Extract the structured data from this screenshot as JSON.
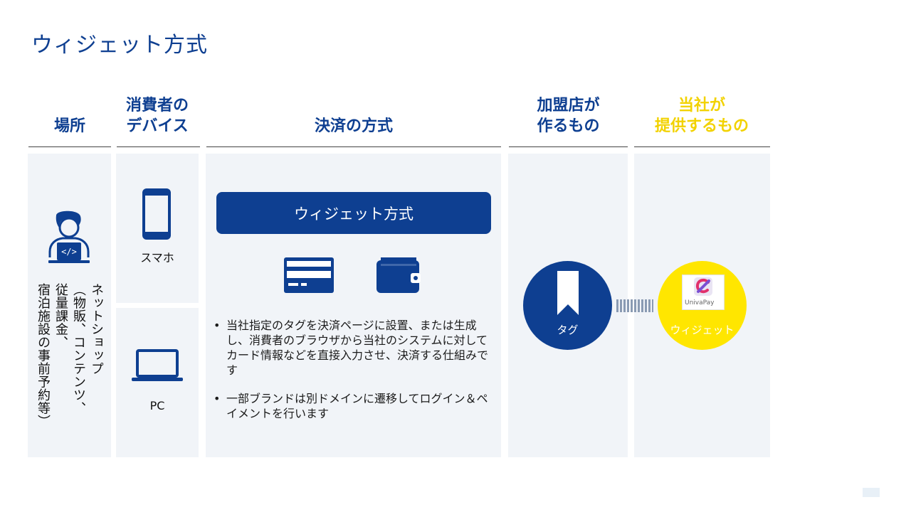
{
  "title": "ウィジェット方式",
  "headers": {
    "place": "場所",
    "device_l1": "消費者の",
    "device_l2": "デバイス",
    "method": "決済の方式",
    "merchant_l1": "加盟店が",
    "merchant_l2": "作るもの",
    "company_l1": "当社が",
    "company_l2": "提供するもの"
  },
  "place": {
    "text": "ネットショップ\n（物販、コンテンツ、\n従量課金、\n宿泊施設の事前予約等）"
  },
  "devices": {
    "smartphone": "スマホ",
    "pc": "PC"
  },
  "method": {
    "button_label": "ウィジェット方式",
    "bullets": [
      "当社指定のタグを決済ページに設置、または生成し、消費者のブラウザから当社のシステムに対してカード情報などを直接入力させ、決済する仕組みです",
      "一部ブランドは別ドメインに遷移してログイン＆ペイメントを行います"
    ]
  },
  "merchant": {
    "tag_label": "タグ"
  },
  "company": {
    "widget_label": "ウィジェット",
    "logo_text": "UnivaPay"
  },
  "colors": {
    "brand_blue": "#0e3f91",
    "accent_yellow": "#ffe600",
    "panel_bg": "#f1f4f8"
  },
  "icons": [
    "developer-icon",
    "smartphone-icon",
    "laptop-icon",
    "credit-card-icon",
    "wallet-icon",
    "bookmark-icon",
    "univapay-logo-icon"
  ]
}
